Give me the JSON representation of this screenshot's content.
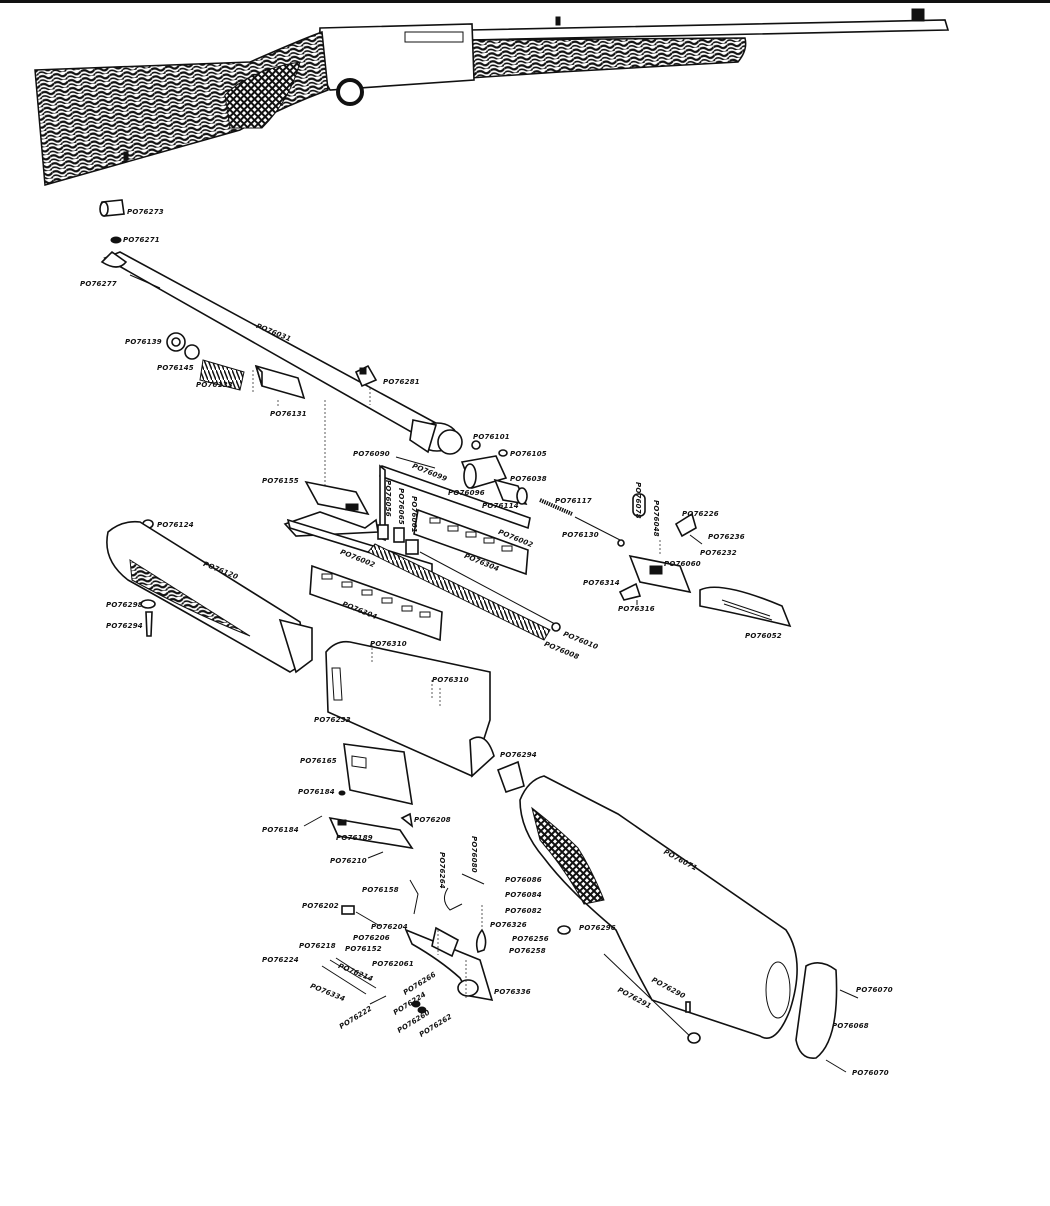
{
  "labels": {
    "p273": "PO76273",
    "p271": "PO76271",
    "p277": "PO76277",
    "p031": "PO76031",
    "p139": "PO76139",
    "p145": "PO76145",
    "p133": "PO76133",
    "p131": "PO76131",
    "p281": "PO76281",
    "p101": "PO76101",
    "p105": "PO76105",
    "p090": "PO76090",
    "p099": "PO76099",
    "p038": "PO76038",
    "p096": "PO76096",
    "p114": "PO76114",
    "p117": "PO76117",
    "p078": "PO76078",
    "p048": "PO76048",
    "p226": "PO76226",
    "p236": "PO76236",
    "p232": "PO76232",
    "p130": "PO76130",
    "p155": "PO76155",
    "p056": "PO76056",
    "p065": "PO76065",
    "p061": "PO76061",
    "p002a": "PO76002",
    "p304a": "PO76304",
    "p060": "PO76060",
    "p314": "PO76314",
    "p316": "PO76316",
    "p052": "PO76052",
    "p124": "PO76124",
    "p120": "PO76120",
    "p002b": "PO76002",
    "p304b": "PO76304",
    "p298": "PO76298",
    "p294a": "PO76294",
    "p010": "PO76010",
    "p008": "PO76008",
    "p310a": "PO76310",
    "p310b": "PO76310",
    "p233": "PO76233",
    "p165": "PO76165",
    "p294b": "PO76294",
    "p184a": "PO76184",
    "p184b": "PO76184",
    "p208": "PO76208",
    "p189": "PO76189",
    "p210": "PO76210",
    "p071": "PO76071",
    "p264": "PO76264",
    "p080": "PO76080",
    "p086": "PO76086",
    "p158": "PO76158",
    "p084": "PO76084",
    "p082": "PO76082",
    "p202": "PO76202",
    "p204": "PO76204",
    "p206": "PO76206",
    "p152": "PO76152",
    "p326": "PO76326",
    "p256": "PO76256",
    "p258": "PO76258",
    "p296": "PO76296",
    "p218": "PO76218",
    "p224a": "PO76224",
    "p2061": "PO762061",
    "p214": "PO76214",
    "p266": "PO76266",
    "p334": "PO76334",
    "p222": "PO76222",
    "p224b": "PO76224",
    "p260": "PO76260",
    "p262": "PO76262",
    "p336": "PO76336",
    "p290": "PO76290",
    "p070a": "PO76070",
    "p068": "PO76068",
    "p291": "PO76291",
    "p070b": "PO76070"
  }
}
